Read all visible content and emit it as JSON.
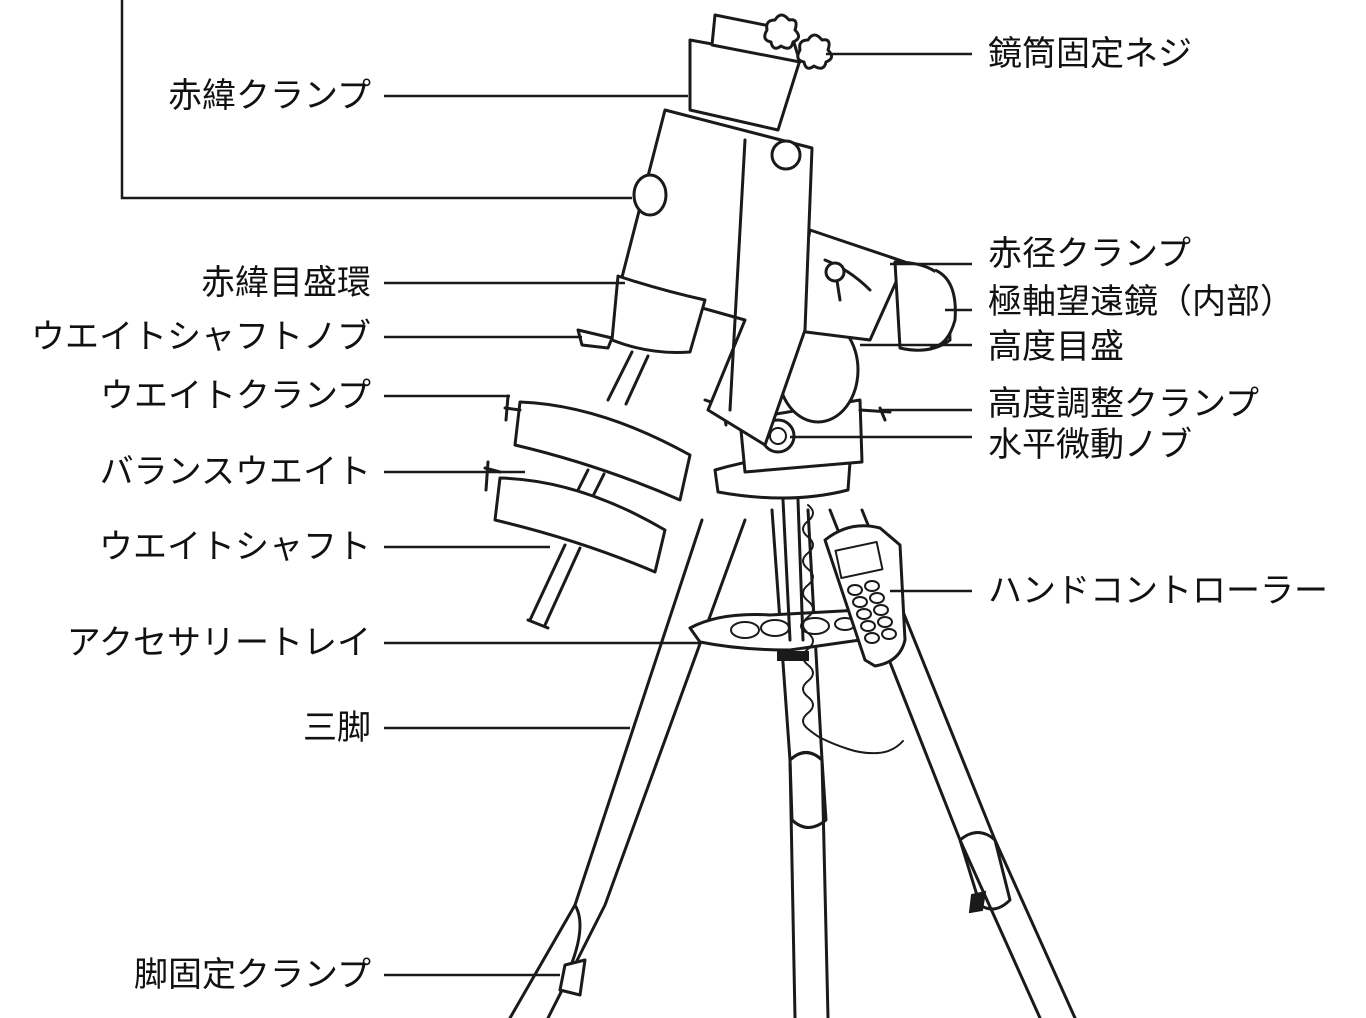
{
  "labels_left": [
    {
      "id": "dec-clamp",
      "text": "赤緯クランプ"
    },
    {
      "id": "dec-setting-circle",
      "text": "赤緯目盛環"
    },
    {
      "id": "weight-shaft-knob",
      "text": "ウエイトシャフトノブ"
    },
    {
      "id": "weight-clamp",
      "text": "ウエイトクランプ"
    },
    {
      "id": "balance-weight",
      "text": "バランスウエイト"
    },
    {
      "id": "weight-shaft",
      "text": "ウエイトシャフト"
    },
    {
      "id": "accessory-tray",
      "text": "アクセサリートレイ"
    },
    {
      "id": "tripod",
      "text": "三脚"
    },
    {
      "id": "leg-lock-clamp",
      "text": "脚固定クランプ"
    }
  ],
  "labels_right": [
    {
      "id": "tube-lock-screw",
      "text": "鏡筒固定ネジ"
    },
    {
      "id": "ra-clamp",
      "text": "赤径クランプ"
    },
    {
      "id": "polar-scope",
      "text": "極軸望遠鏡（内部）"
    },
    {
      "id": "altitude-scale",
      "text": "高度目盛"
    },
    {
      "id": "altitude-adjust-clamp",
      "text": "高度調整クランプ"
    },
    {
      "id": "azimuth-fine-knob",
      "text": "水平微動ノブ"
    },
    {
      "id": "hand-controller",
      "text": "ハンドコントローラー"
    }
  ],
  "colors": {
    "line": "#1a1a1a",
    "background": "#ffffff",
    "text": "#111111"
  }
}
